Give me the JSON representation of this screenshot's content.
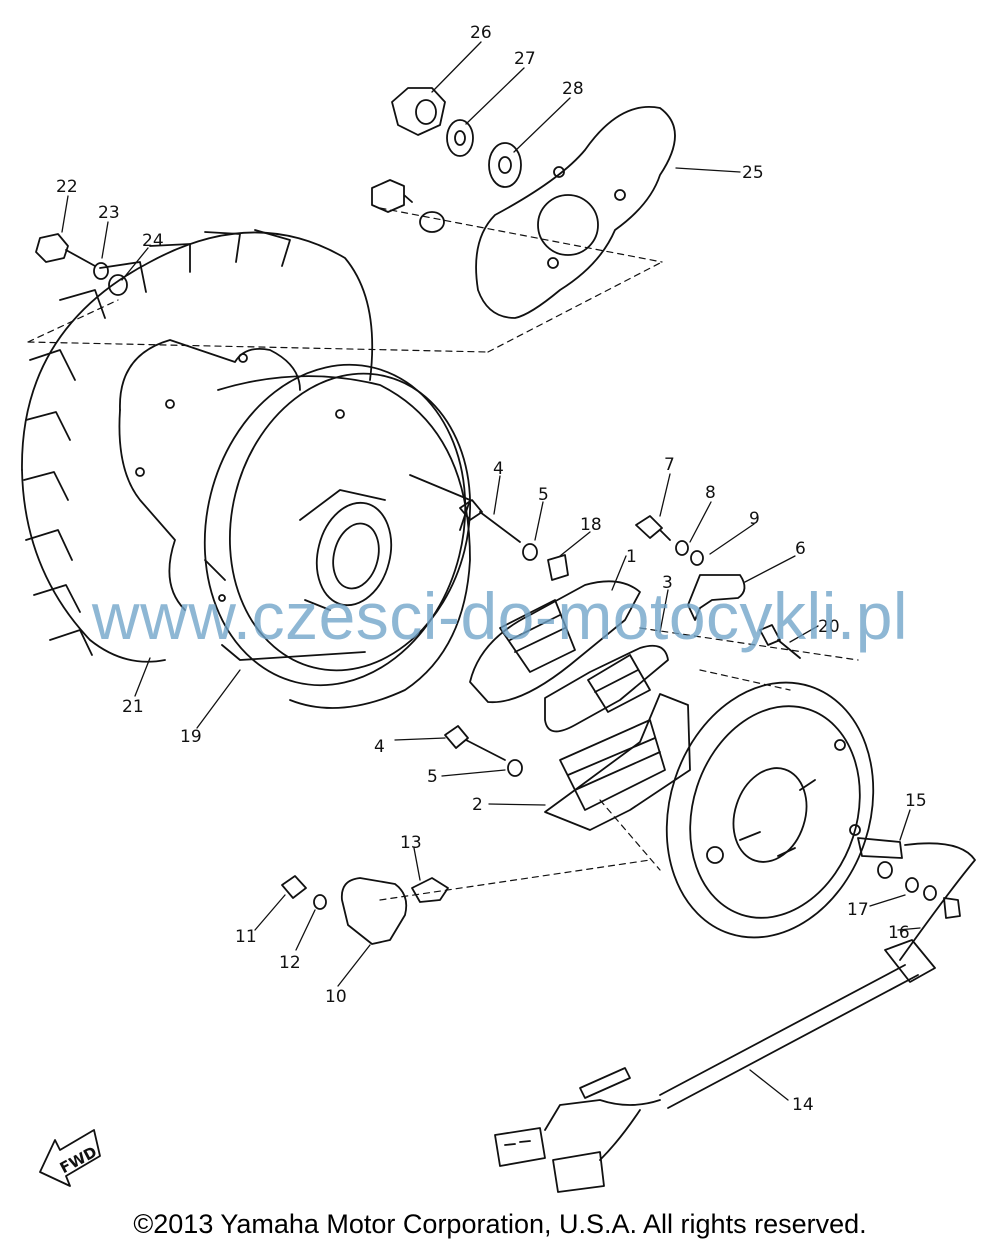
{
  "diagram": {
    "callouts": [
      "1",
      "2",
      "3",
      "4",
      "4",
      "5",
      "5",
      "6",
      "7",
      "8",
      "9",
      "10",
      "11",
      "12",
      "13",
      "14",
      "15",
      "16",
      "17",
      "18",
      "19",
      "20",
      "21",
      "22",
      "23",
      "24",
      "25",
      "26",
      "27",
      "28"
    ],
    "fwd_label": "FWD"
  },
  "watermark": "www.czesci-do-motocykli.pl",
  "copyright": "©2013 Yamaha Motor Corporation, U.S.A. All rights reserved.",
  "colors": {
    "line": "#111111",
    "watermark": "#6fa3c9",
    "background": "#ffffff"
  }
}
